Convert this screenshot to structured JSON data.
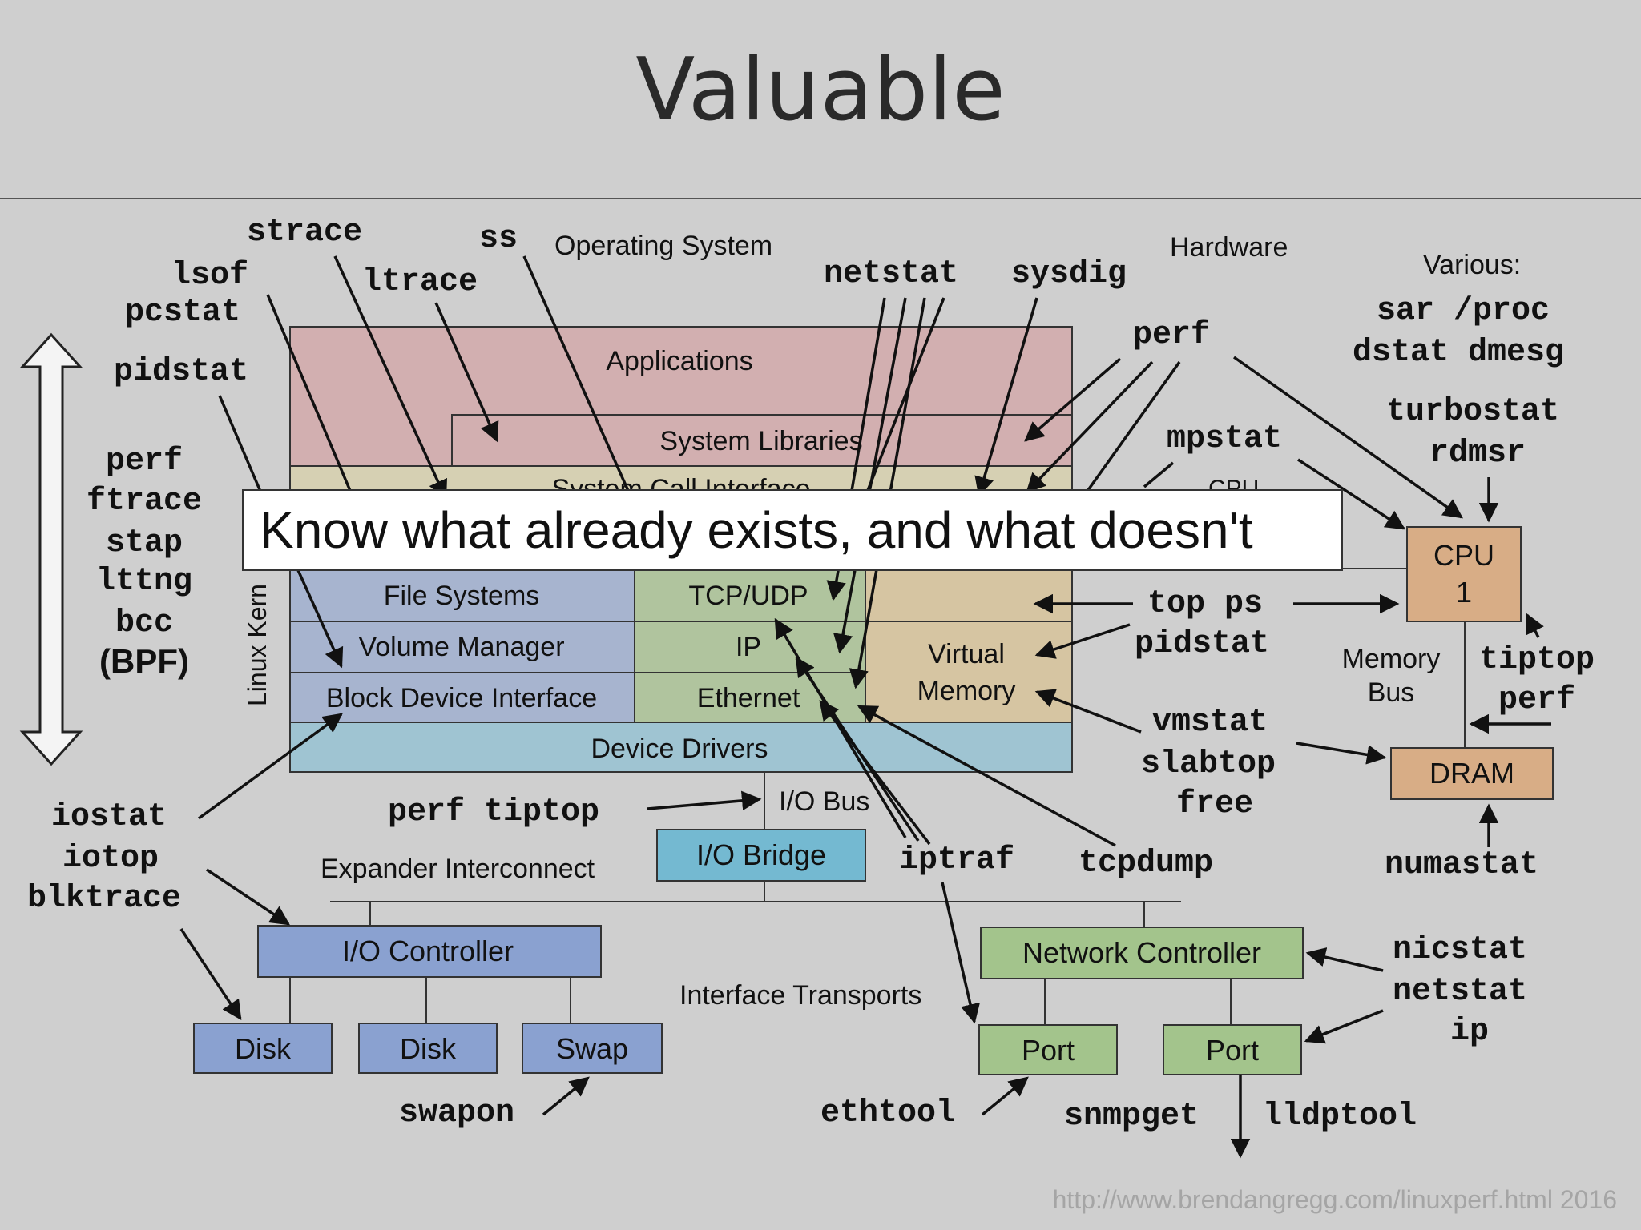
{
  "title": "Valuable",
  "callout": "Know what already exists, and what doesn't",
  "footer": "http://www.brendangregg.com/linuxperf.html 2016",
  "colors": {
    "background": "#cfcfcf",
    "applications": "#d2afb0",
    "syscall": "#d6d0b3",
    "filesystems": "#a7b4cf",
    "network": "#b0c49e",
    "virtual_memory": "#d6c5a2",
    "drivers": "#9fc4d2",
    "io_bridge": "#74b9d1",
    "io_controller": "#8aa1d0",
    "hardware_cpu": "#d8ad86",
    "network_controller": "#a3c48c"
  },
  "section_labels": {
    "operating_system": "Operating System",
    "hardware": "Hardware",
    "various": "Various:",
    "linux_kernel": "Linux Kern",
    "cpu_partial": "CPU",
    "memory_bus": [
      "Memory",
      "Bus"
    ],
    "io_bus": "I/O Bus",
    "expander": "Expander Interconnect",
    "interface_transports": "Interface Transports"
  },
  "stack": {
    "applications": "Applications",
    "system_libraries": "System Libraries",
    "system_call_interface": "System Call Interface",
    "file_systems": "File Systems",
    "tcp_udp": "TCP/UDP",
    "volume_manager": "Volume Manager",
    "ip": "IP",
    "block_device_interface": "Block Device Interface",
    "ethernet": "Ethernet",
    "virtual_memory": [
      "Virtual",
      "Memory"
    ],
    "device_drivers": "Device Drivers"
  },
  "hardware": {
    "cpu": [
      "CPU",
      "1"
    ],
    "dram": "DRAM",
    "io_bridge": "I/O Bridge",
    "io_controller": "I/O Controller",
    "disk1": "Disk",
    "disk2": "Disk",
    "swap": "Swap",
    "network_controller": "Network Controller",
    "port1": "Port",
    "port2": "Port"
  },
  "tools": {
    "strace": "strace",
    "ss": "ss",
    "lsof": "lsof",
    "ltrace": "ltrace",
    "pcstat": "pcstat",
    "pidstat_left": "pidstat",
    "netstat_top": "netstat",
    "sysdig": "sysdig",
    "perf_top": "perf",
    "sar_proc": "sar /proc",
    "dstat_dmesg": "dstat dmesg",
    "turbostat": "turbostat",
    "rdmsr": "rdmsr",
    "mpstat": "mpstat",
    "left_stack": [
      "perf",
      "ftrace",
      "stap",
      "lttng",
      "bcc"
    ],
    "bpf": "(BPF)",
    "top_ps": "top ps",
    "pidstat_right": "pidstat",
    "tiptop": "tiptop",
    "perf_right": "perf",
    "vmstat": "vmstat",
    "slabtop": "slabtop",
    "free": "free",
    "iostat": "iostat",
    "iotop": "iotop",
    "blktrace": "blktrace",
    "perf_tiptop": "perf tiptop",
    "iptraf": "iptraf",
    "tcpdump": "tcpdump",
    "numastat": "numastat",
    "nicstat": "nicstat",
    "netstat_bottom": "netstat",
    "ip": "ip",
    "swapon": "swapon",
    "ethtool": "ethtool",
    "snmpget": "snmpget",
    "lldptool": "lldptool"
  }
}
